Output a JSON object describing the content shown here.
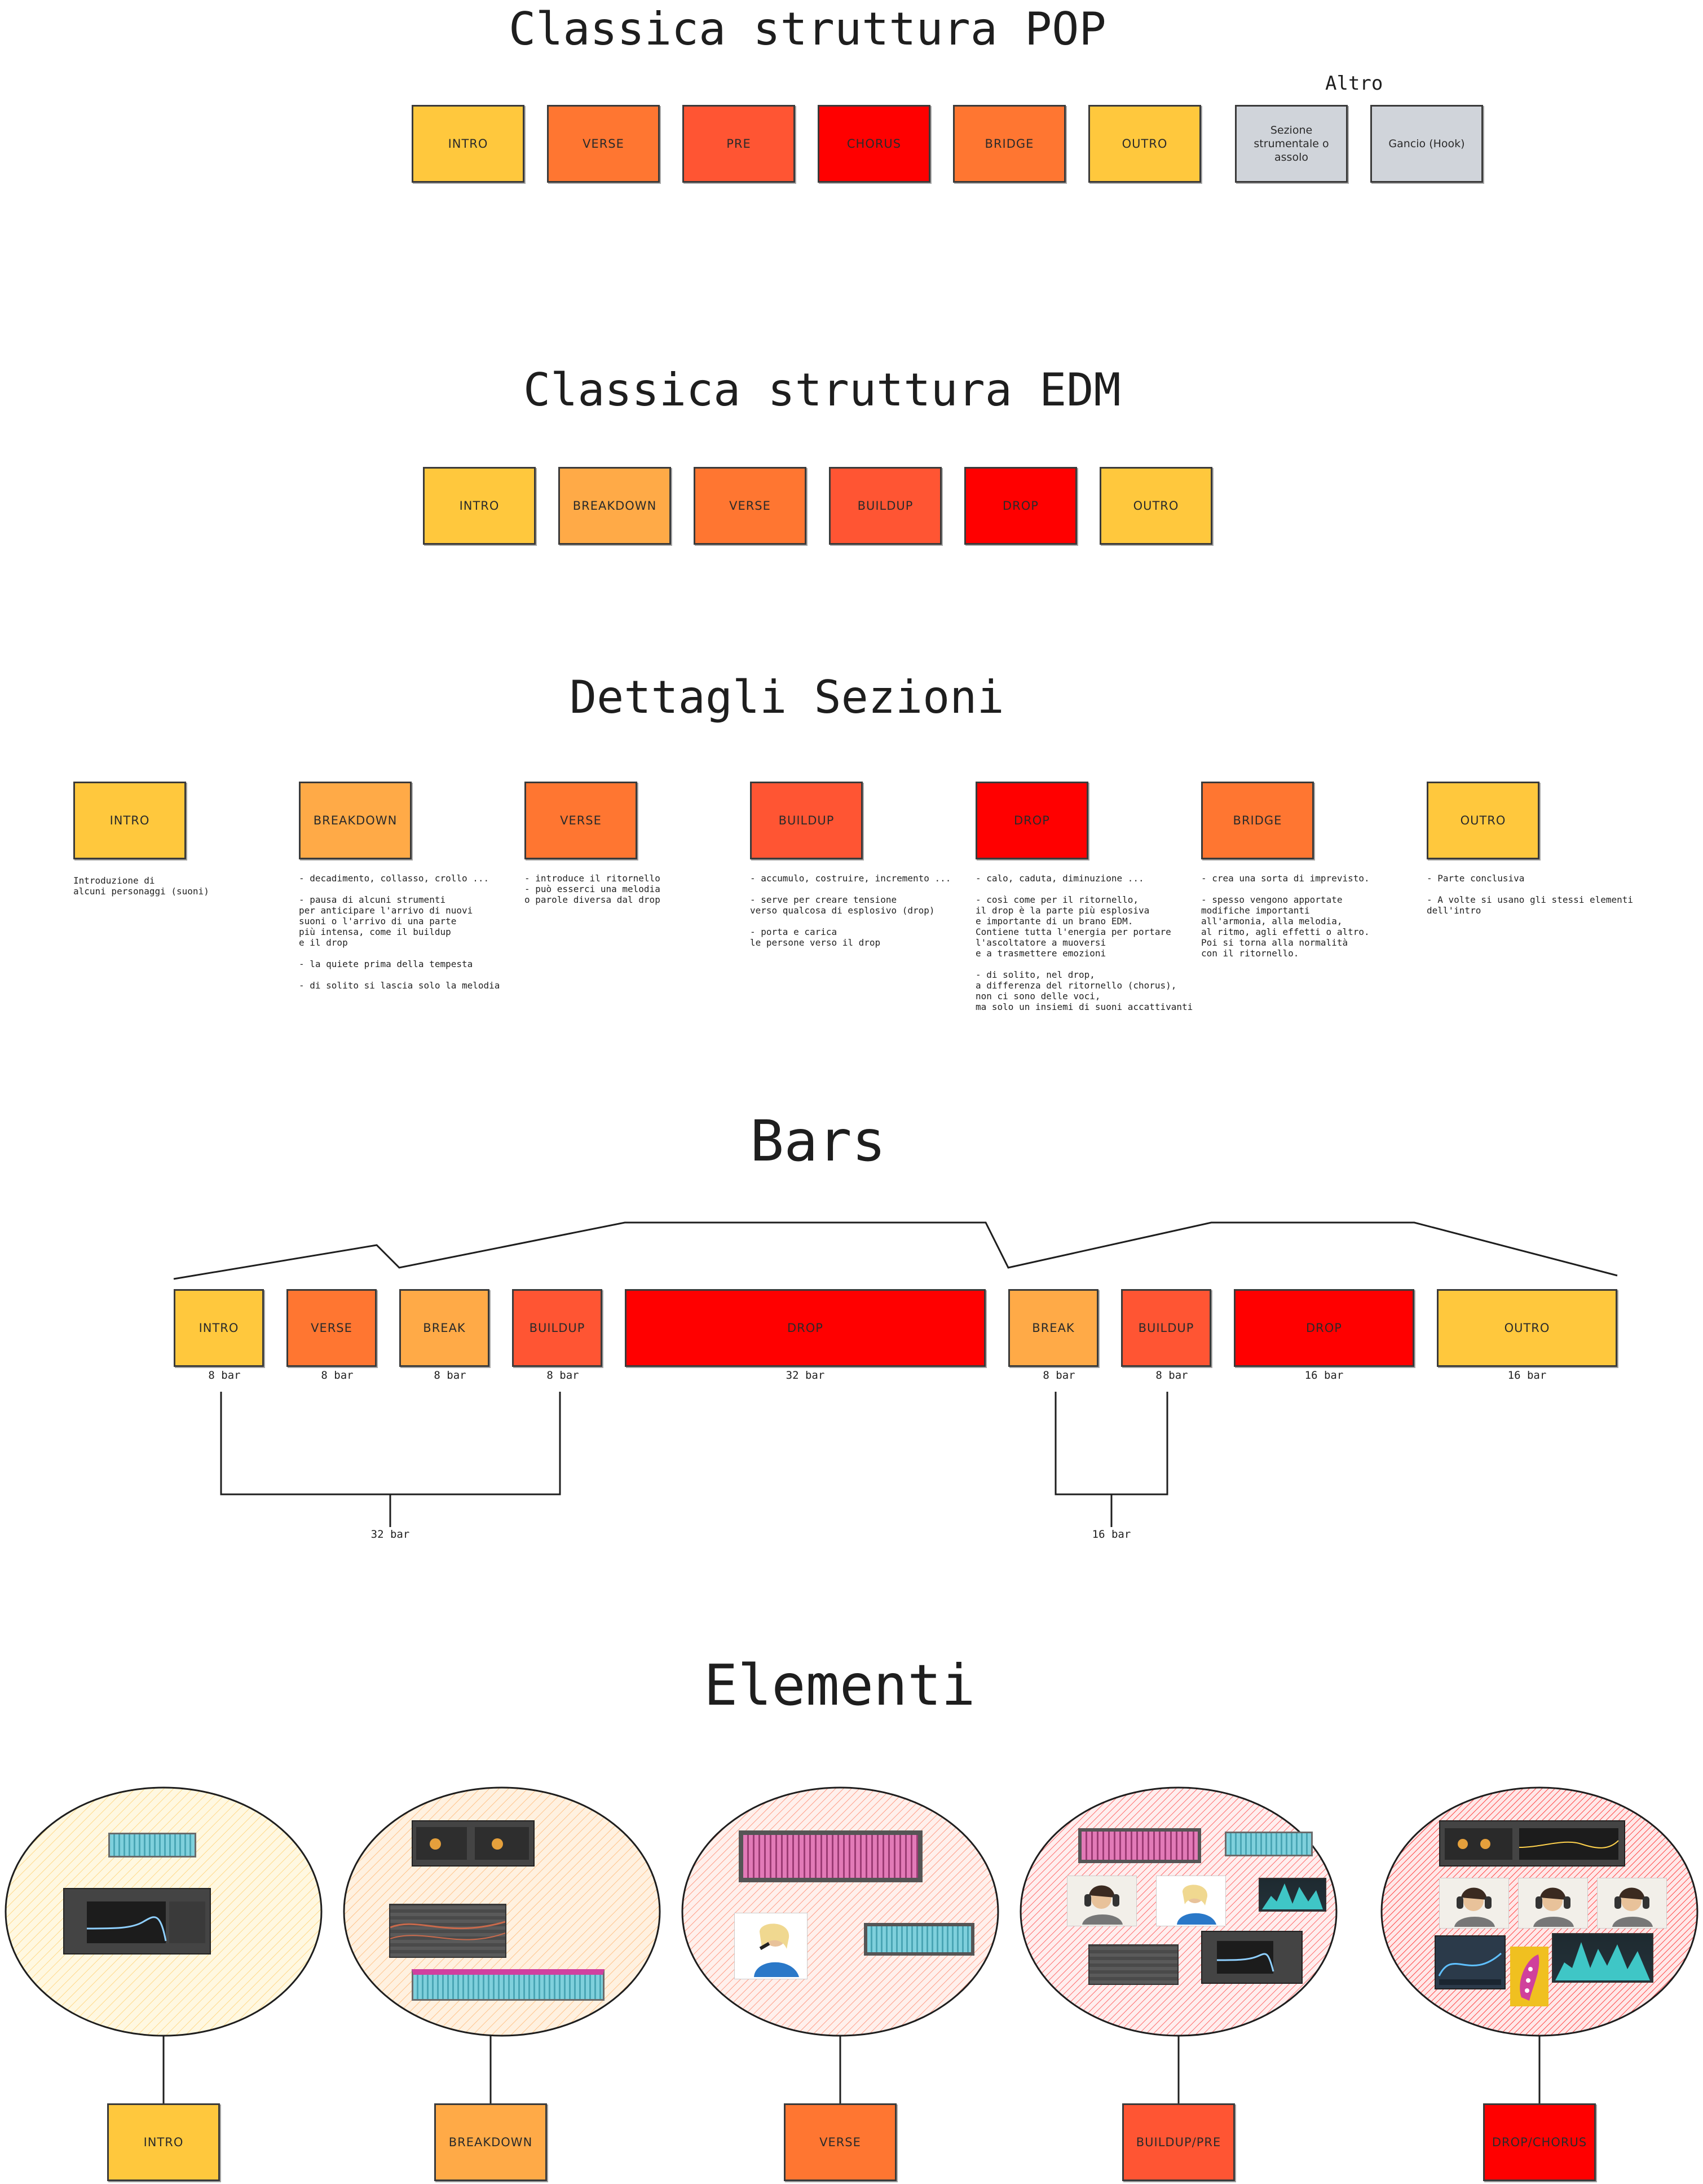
{
  "pop": {
    "title": "Classica struttura POP",
    "altro_label": "Altro",
    "sections": [
      "INTRO",
      "VERSE",
      "PRE",
      "CHORUS",
      "BRIDGE",
      "OUTRO"
    ],
    "extra": [
      "Sezione strumentale o assolo",
      "Gancio (Hook)"
    ]
  },
  "edm": {
    "title": "Classica struttura EDM",
    "sections": [
      "INTRO",
      "BREAKDOWN",
      "VERSE",
      "BUILDUP",
      "DROP",
      "OUTRO"
    ]
  },
  "details": {
    "title": "Dettagli Sezioni",
    "items": [
      {
        "label": "INTRO",
        "note": "Introduzione di\nalcuni personaggi (suoni)"
      },
      {
        "label": "BREAKDOWN",
        "note": "- decadimento, collasso, crollo ...\n\n- pausa di alcuni strumenti\nper anticipare l'arrivo di nuovi\nsuoni o l'arrivo di una parte\npiù intensa, come il buildup\ne il drop\n\n- la quiete prima della tempesta\n\n- di solito si lascia solo la melodia"
      },
      {
        "label": "VERSE",
        "note": "- introduce il ritornello\n- può esserci una melodia\no parole diversa dal drop"
      },
      {
        "label": "BUILDUP",
        "note": "- accumulo, costruire, incremento ...\n\n- serve per creare tensione\nverso qualcosa di esplosivo (drop)\n\n- porta e carica\nle persone verso il drop"
      },
      {
        "label": "DROP",
        "note": "- calo, caduta, diminuzione ...\n\n- così come per il ritornello,\nil drop è la parte più esplosiva\ne importante di un brano EDM.\nContiene tutta l'energia per portare\nl'ascoltatore a muoversi\ne a trasmettere emozioni\n\n- di solito, nel drop,\na differenza del ritornello (chorus),\nnon ci sono delle voci,\nma solo un insiemi di suoni accattivanti"
      },
      {
        "label": "BRIDGE",
        "note": "- crea una sorta di imprevisto.\n\n- spesso vengono apportate\nmodifiche importanti\nall'armonia, alla melodia,\nal ritmo, agli effetti o altro.\nPoi si torna alla normalità\ncon il ritornello."
      },
      {
        "label": "OUTRO",
        "note": "- Parte conclusiva\n\n- A volte si usano gli stessi elementi\ndell'intro"
      }
    ]
  },
  "bars": {
    "title": "Bars",
    "blocks": [
      {
        "label": "INTRO",
        "bars": "8 bar"
      },
      {
        "label": "VERSE",
        "bars": "8 bar"
      },
      {
        "label": "BREAK",
        "bars": "8 bar"
      },
      {
        "label": "BUILDUP",
        "bars": "8 bar"
      },
      {
        "label": "DROP",
        "bars": "32 bar"
      },
      {
        "label": "BREAK",
        "bars": "8 bar"
      },
      {
        "label": "BUILDUP",
        "bars": "8 bar"
      },
      {
        "label": "DROP",
        "bars": "16 bar"
      },
      {
        "label": "OUTRO",
        "bars": "16 bar"
      }
    ],
    "group_totals": [
      "32 bar",
      "16 bar"
    ]
  },
  "elementi": {
    "title": "Elementi",
    "groups": [
      "INTRO",
      "BREAKDOWN",
      "VERSE",
      "BUILDUP/PRE",
      "DROP/CHORUS"
    ]
  },
  "colors": {
    "yellow": "#ffc83d",
    "light_orange": "#ffaa47",
    "orange": "#ff7631",
    "red_orange": "#ff5533",
    "red": "#ff0000",
    "grey": "#d0d4da"
  }
}
